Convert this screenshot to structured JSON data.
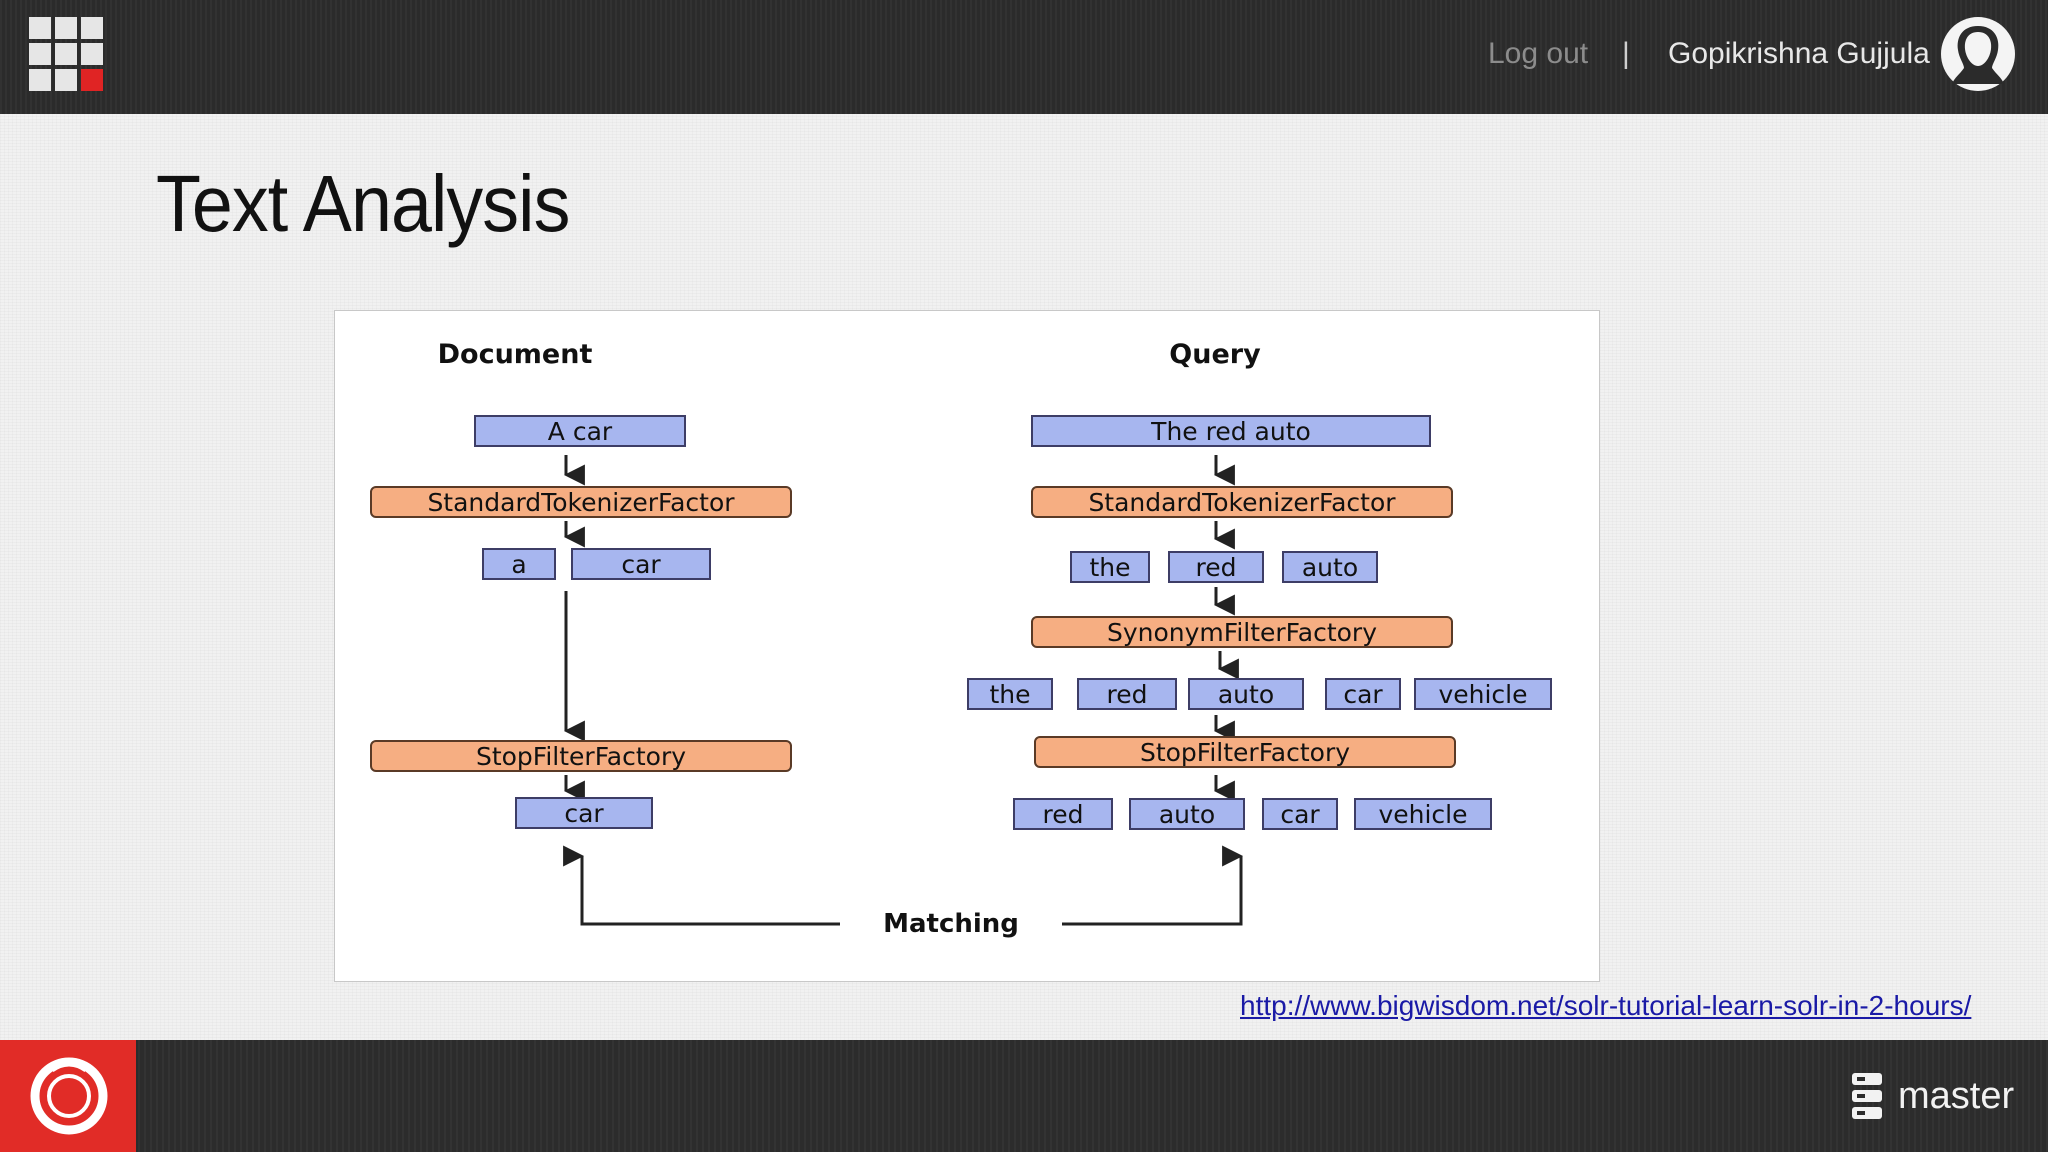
{
  "header": {
    "logout_label": "Log out",
    "separator": "|",
    "user_name": "Gopikrishna Gujjula"
  },
  "slide": {
    "title": "Text Analysis",
    "source_url": "http://www.bigwisdom.net/solr-tutorial-learn-solr-in-2-hours/"
  },
  "diagram": {
    "document": {
      "heading": "Document",
      "input": "A car",
      "tokenizer": "StandardTokenizerFactor",
      "tokens": [
        "a",
        "car"
      ],
      "stop_filter": "StopFilterFactory",
      "output": [
        "car"
      ]
    },
    "query": {
      "heading": "Query",
      "input": "The red auto",
      "tokenizer": "StandardTokenizerFactor",
      "tokens": [
        "the",
        "red",
        "auto"
      ],
      "synonym_filter": "SynonymFilterFactory",
      "synonym_tokens": [
        "the",
        "red",
        "auto",
        "car",
        "vehicle"
      ],
      "stop_filter": "StopFilterFactory",
      "output": [
        "red",
        "auto",
        "car",
        "vehicle"
      ]
    },
    "matching_label": "Matching"
  },
  "footer": {
    "brand_label": "master"
  },
  "colors": {
    "token_fill": "#a7b6ef",
    "filter_fill": "#f6ae82",
    "brand_red": "#e12c27",
    "bar_dark": "#2b2b2b"
  },
  "icons": {
    "app_grid": "grid-menu-icon",
    "avatar": "user-avatar-icon",
    "brand": "brand-logo-icon",
    "master": "master-icon"
  }
}
